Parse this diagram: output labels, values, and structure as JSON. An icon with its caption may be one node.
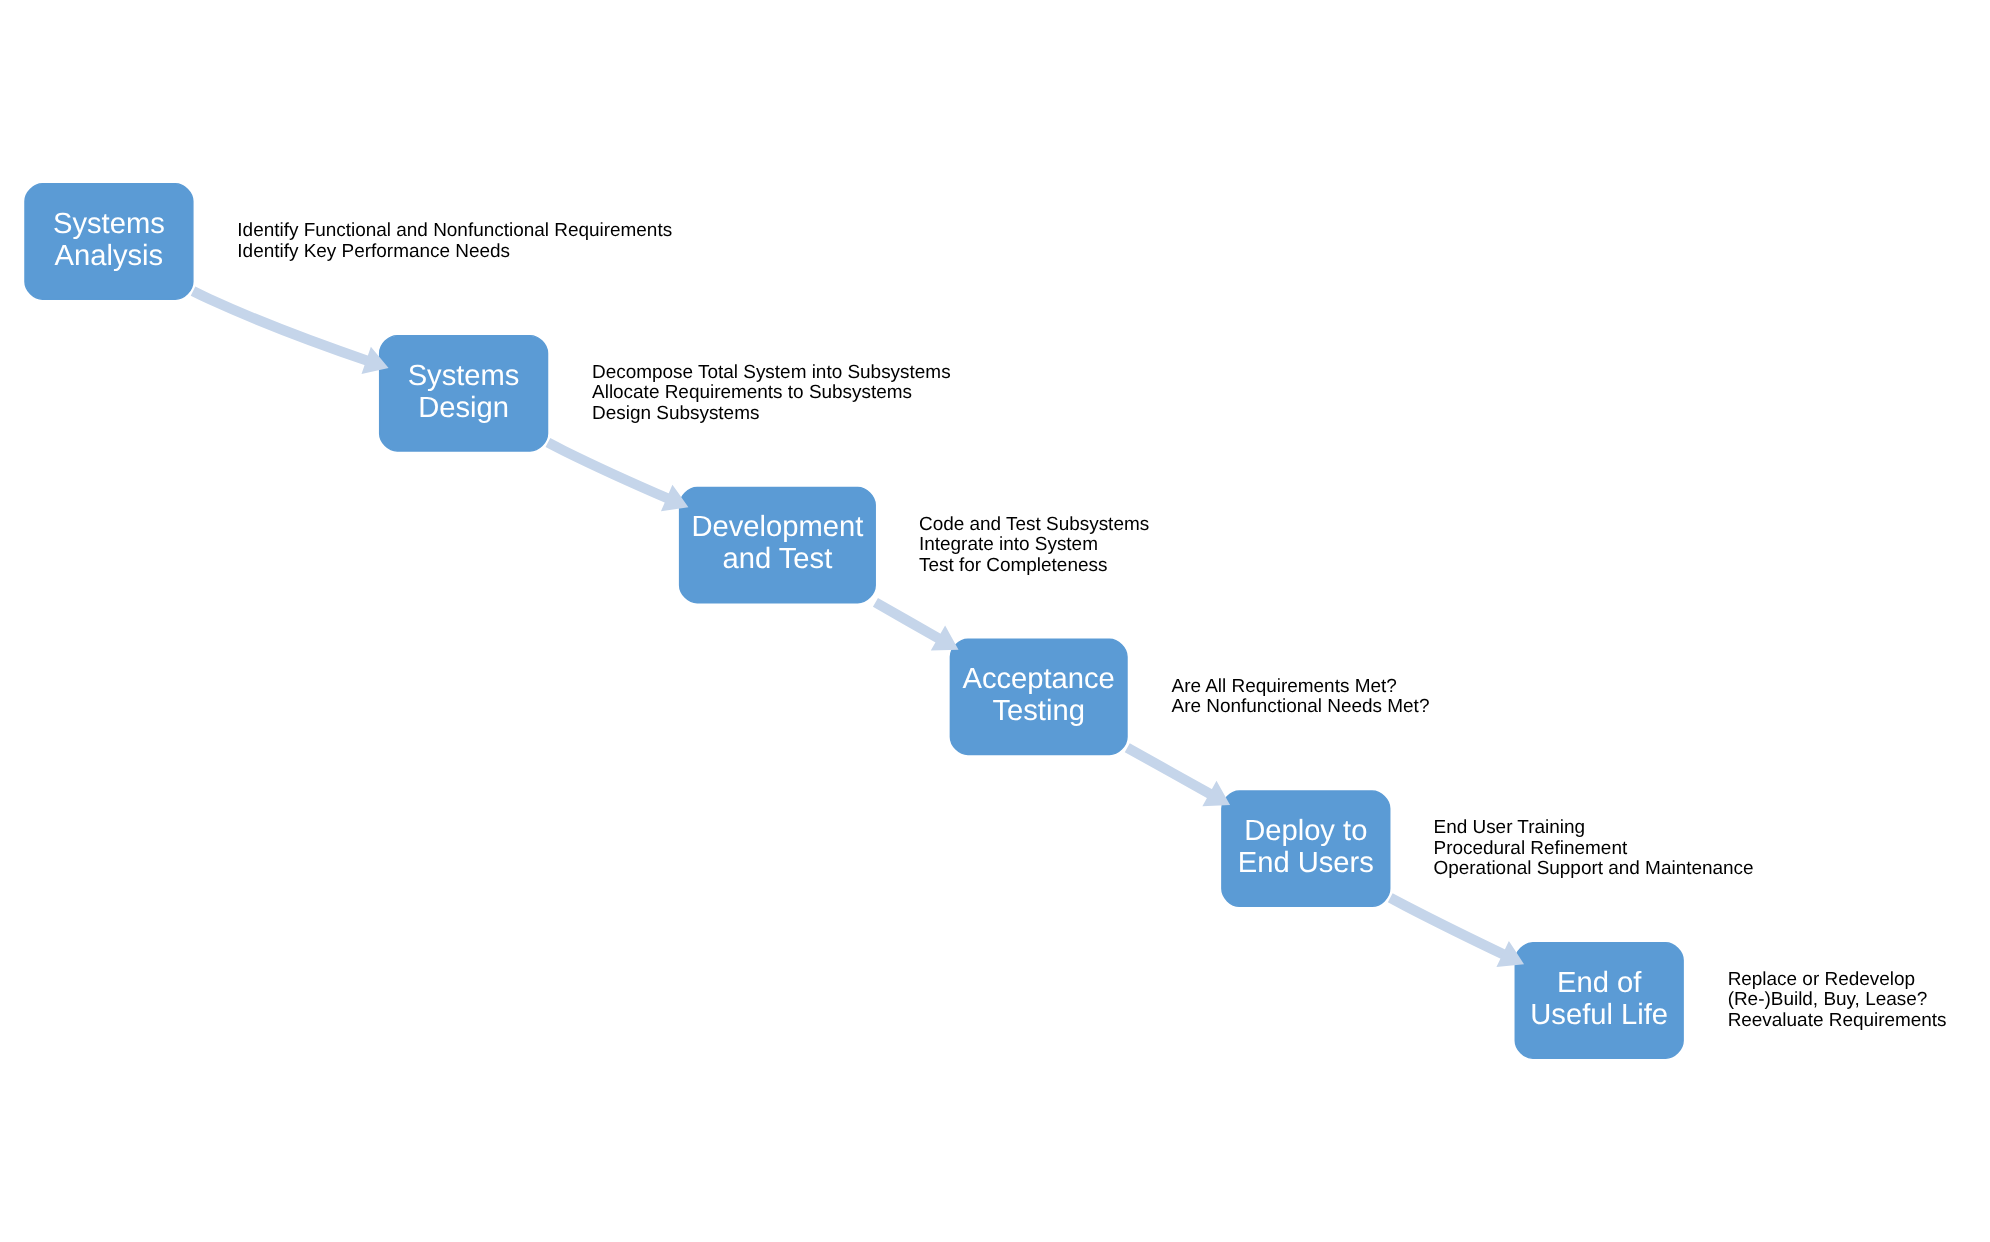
{
  "diagram": {
    "nodes": [
      {
        "text": [
          "Systems Analysis"
        ],
        "beside": [
          "Identify Functional and Nonfunctional Requirements",
          "Identify Key Performance Needs"
        ]
      },
      {
        "text": [
          "Systems Design"
        ],
        "beside": [
          "Decompose Total System into Subsystems",
          "Allocate Requirements to Subsystems",
          "Design Subsystems"
        ]
      },
      {
        "text": [
          "Development and Test"
        ],
        "beside": [
          "Code and Test Subsystems",
          "Integrate into System",
          "Test for Completeness"
        ]
      },
      {
        "text": [
          "Acceptance Testing"
        ],
        "beside": [
          "Are All Requirements Met?",
          "Are Nonfunctional Needs Met?"
        ]
      },
      {
        "text": [
          "Deploy to End Users"
        ],
        "beside": [
          "End User Training",
          "Procedural Refinement",
          "Operational Support and Maintenance"
        ]
      },
      {
        "text": [
          "End of Useful Life"
        ],
        "beside": [
          "Replace or Redevelop",
          "(Re-)Build, Buy, Lease?",
          "Reevaluate Requirements"
        ]
      }
    ],
    "edges": [
      {
        "from": 0,
        "to": 1,
        "arrow": "to"
      },
      {
        "from": 1,
        "to": 2,
        "arrow": "to"
      },
      {
        "from": 2,
        "to": 3,
        "arrow": "to"
      },
      {
        "from": 3,
        "to": 4,
        "arrow": "to"
      },
      {
        "from": 4,
        "to": 5,
        "arrow": "to"
      }
    ]
  }
}
